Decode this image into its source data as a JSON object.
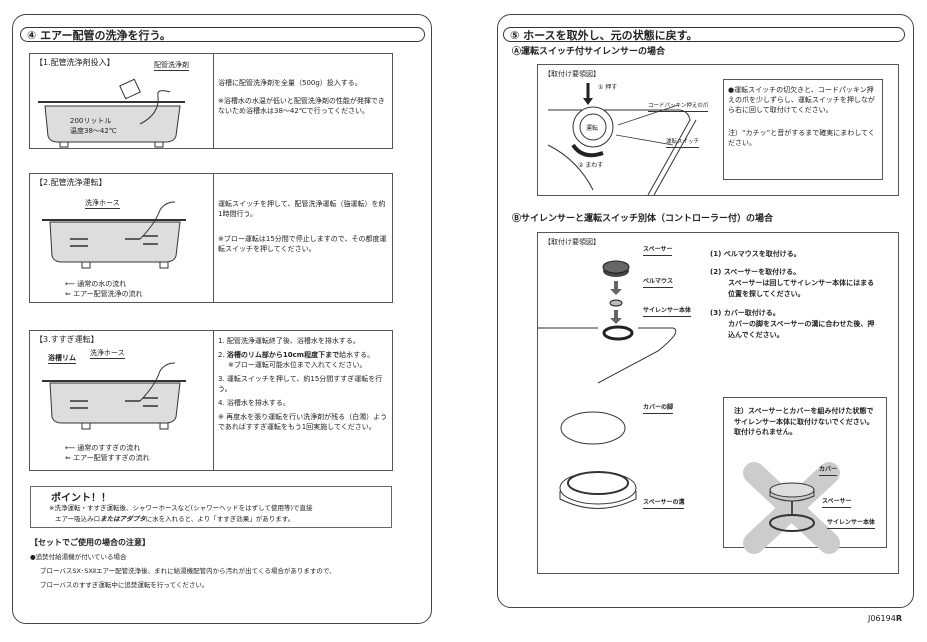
{
  "left": {
    "title": "④ エアー配管の洗浄を行う。",
    "step1": {
      "heading": "【1.配管洗浄剤投入】",
      "label_detergent": "配管洗浄剤",
      "label_volume": "200リットル",
      "label_temp": "温度38～42℃",
      "text1": "浴槽に配管洗浄剤を全量（500g）投入する。",
      "note": "※浴槽水の水温が低いと配管洗浄剤の性能が発揮できないため浴槽水は38～42℃で行ってください。"
    },
    "step2": {
      "heading": "【2.配管洗浄運転】",
      "label_hose": "洗浄ホース",
      "legend1": "通常の水の流れ",
      "legend2": "エアー配管洗浄の流れ",
      "text1": "運転スイッチを押して、配管洗浄運転（強運転）を約1時間行う。",
      "note": "※ブロー運転は15分間で停止しますので、その都度運転スイッチを押してください。"
    },
    "step3": {
      "heading": "【3.すすぎ運転】",
      "label_rim": "浴槽リム",
      "label_hose": "洗浄ホース",
      "legend1": "通常のすすぎの流れ",
      "legend2": "エアー配管すすぎの流れ",
      "items": [
        {
          "num": "1.",
          "text": "配管洗浄運転終了後、浴槽水を排水する。"
        },
        {
          "num": "2.",
          "bold": "浴槽のリム部から10cm程度下まで",
          "text": "給水する。",
          "sub": "※ブロー運転可能水位まで入れてください。"
        },
        {
          "num": "3.",
          "text": "運転スイッチを押して、約15分間すすぎ運転を行う。"
        },
        {
          "num": "4.",
          "text": "浴槽水を排水する。"
        },
        {
          "num": "※",
          "text": "再度水を張り運転を行い洗浄剤が残る（白濁）ようであればすすぎ運転をもう1回実施してください。"
        }
      ]
    },
    "point": {
      "title": "ポイント！！",
      "line1": "※洗浄運転・すすぎ運転後、シャワーホースなど(シャワーヘッドをはずして使用等)で直接",
      "line2_a": "エアー吸込み口",
      "line2_b": "またはアダプタ",
      "line2_c": "に水を入れると、より「すすぎ効果」があります。"
    },
    "notes": {
      "heading": "【セットでご使用の場合の注意】",
      "bullet": "●追焚付給湯機が付いている場合",
      "line1": "ブローバスSX･SXⅡエアー配管洗浄後、まれに給湯機配管内から汚れが出てくる場合がありますので、",
      "line2": "ブローバスのすすぎ運転中に追焚運転を行ってください。"
    }
  },
  "right": {
    "title": "⑤ ホースを取外し、元の状態に戻す。",
    "a": {
      "heading": "Ⓐ運転スイッチ付サイレンサーの場合",
      "fig_title": "【取付け要領図】",
      "push": "① 押す",
      "turn": "② まわす",
      "switch_face": "運転",
      "label_claw": "コードパッキン押えの爪",
      "label_switch": "運転スイッチ",
      "text": "●運転スイッチの切欠きと、コードパッキン押えの爪を少しずらし、運転スイッチを押しながら右に回して取付けてください。",
      "note": "注）“カチッ”と音がするまで確実にまわしてください。"
    },
    "b": {
      "heading": "Ⓑサイレンサーと運転スイッチ別体（コントローラー付）の場合",
      "fig_title": "【取付け要領図】",
      "label_spacer": "スペーサー",
      "label_bellmouth": "ベルマウス",
      "label_body": "サイレンサー本体",
      "s1": "(1) ベルマウスを取付ける。",
      "s2": "(2) スペーサーを取付ける。",
      "s2b": "スペーサーは回してサイレンサー本体にはまる位置を探してください。",
      "s3": "(3) カバー取付ける。",
      "s3b": "カバーの脚をスペーサーの溝に合わせた後、押込んでください。",
      "label_cover_leg": "カバーの脚",
      "label_spacer_groove": "スペーサーの溝",
      "warn": "注）スペーサーとカバーを組み付けた状態でサイレンサー本体に取付けないでください。取付けられません。",
      "warn_cover": "カバー",
      "warn_spacer": "スペーサー",
      "warn_body": "サイレンサー本体"
    }
  },
  "footer": {
    "code": "J06194",
    "suffix": "R"
  }
}
